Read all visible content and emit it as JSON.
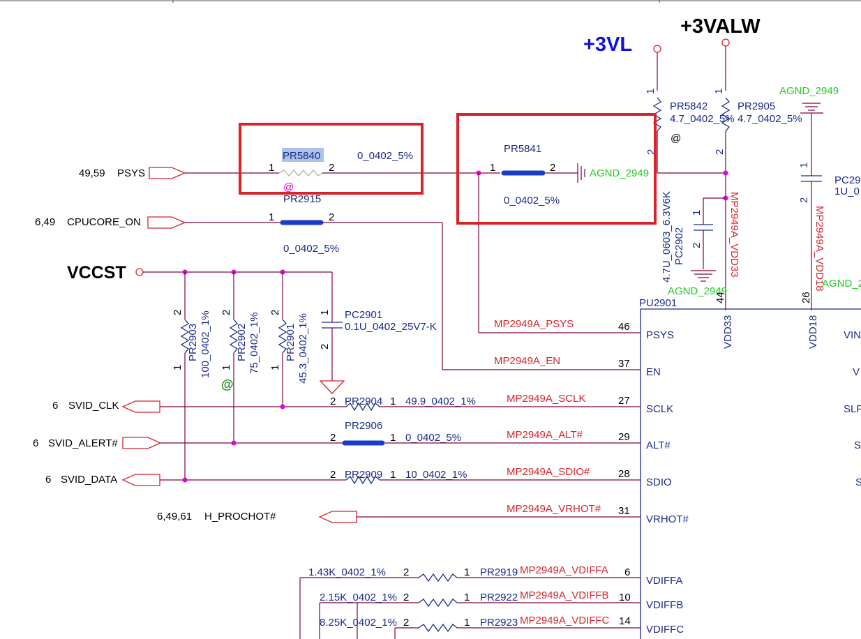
{
  "power_rails": {
    "vl": "+3VL",
    "valw": "+3VALW",
    "vccst": "VCCST"
  },
  "highlight_boxes": [
    {
      "label": "PR5840 highlight"
    },
    {
      "label": "PR5841 highlight"
    }
  ],
  "colors": {
    "wire": "#800040",
    "component": "#1a2a8a",
    "net_label": "#d8232a",
    "ground_label": "#22cc22",
    "junction": "#e000e0",
    "highlight_box": "#d8232a",
    "selection": "#a9c4e6"
  },
  "ports": {
    "psys": {
      "ref": "49,59",
      "name": "PSYS"
    },
    "cpucore_on": {
      "ref": "6,49",
      "name": "CPUCORE_ON"
    },
    "svid_clk": {
      "ref": "6",
      "name": "SVID_CLK"
    },
    "svid_alert": {
      "ref": "6",
      "name": "SVID_ALERT#"
    },
    "svid_data": {
      "ref": "6",
      "name": "SVID_DATA"
    },
    "h_prochot": {
      "ref": "6,49,61",
      "name": "H_PROCHOT#"
    }
  },
  "components": {
    "pr5840": {
      "ref": "PR5840",
      "value": "0_0402_5%",
      "pin1": "1",
      "pin2": "2",
      "marker": "@"
    },
    "pr5841": {
      "ref": "PR5841",
      "value": "0_0402_5%",
      "pin1": "1",
      "pin2": "2"
    },
    "pr2915": {
      "ref": "PR2915",
      "value": "0_0402_5%",
      "pin1": "1",
      "pin2": "2"
    },
    "pr5842": {
      "ref": "PR5842",
      "value": "4.7_0402_5%",
      "pin1": "1",
      "pin2": "2",
      "marker": "@"
    },
    "pr2905": {
      "ref": "PR2905",
      "value": "4.7_0402_5%",
      "pin1": "1",
      "pin2": "2"
    },
    "pc2902": {
      "ref": "PC2902",
      "value": "4.7U_0603_6.3V6K",
      "pin1": "1",
      "pin2": "2"
    },
    "pc29": {
      "ref": "PC29",
      "value": "1U_0",
      "pin1": "1",
      "pin2": "2"
    },
    "pr2903": {
      "ref": "PR2903",
      "value": "100_0402_1%",
      "pin1": "1",
      "pin2": "2"
    },
    "pr2902": {
      "ref": "PR2902",
      "value": "75_0402_1%",
      "pin1": "1",
      "pin2": "2",
      "marker": "@"
    },
    "pr2901": {
      "ref": "PR2901",
      "value": "45.3_0402_1%",
      "pin1": "1",
      "pin2": "2"
    },
    "pc2901": {
      "ref": "PC2901",
      "value": "0.1U_0402_25V7-K",
      "pin1": "1",
      "pin2": "2"
    },
    "pr2904": {
      "ref": "PR2904",
      "value": "49.9_0402_1%",
      "pin1": "1",
      "pin2": "2"
    },
    "pr2906": {
      "ref": "PR2906",
      "value": "0_0402_5%",
      "pin1": "1",
      "pin2": "2"
    },
    "pr2909": {
      "ref": "PR2909",
      "value": "10_0402_1%",
      "pin1": "1",
      "pin2": "2"
    },
    "pr2919": {
      "ref": "PR2919",
      "value": "1.43K_0402_1%",
      "pin1": "1",
      "pin2": "2"
    },
    "pr2922": {
      "ref": "PR2922",
      "value": "2.15K_0402_1%",
      "pin1": "1",
      "pin2": "2"
    },
    "pr2923": {
      "ref": "PR2923",
      "value": "8.25K_0402_1%",
      "pin1": "1",
      "pin2": "2"
    }
  },
  "grounds": {
    "agnd_top": "AGND_2949",
    "agnd_pr5841": "AGND_2949",
    "agnd_pc2902": "AGND_2949",
    "agnd_right": "AGND_2"
  },
  "nets": {
    "vdd33": "MP2949A_VDD33",
    "vdd18": "MP2949A_VDD18",
    "psys": "MP2949A_PSYS",
    "en": "MP2949A_EN",
    "sclk": "MP2949A_SCLK",
    "alt": "MP2949A_ALT#",
    "sdio": "MP2949A_SDIO#",
    "vrhot": "MP2949A_VRHOT#",
    "vdiffa": "MP2949A_VDIFFA",
    "vdiffb": "MP2949A_VDIFFB",
    "vdiffc": "MP2949A_VDIFFC"
  },
  "ic": {
    "ref": "PU2901",
    "top_pins": [
      {
        "num": "44",
        "name": "VDD33"
      },
      {
        "num": "26",
        "name": "VDD18"
      }
    ],
    "left_pins": [
      {
        "num": "46",
        "name": "PSYS"
      },
      {
        "num": "37",
        "name": "EN"
      },
      {
        "num": "27",
        "name": "SCLK"
      },
      {
        "num": "29",
        "name": "ALT#"
      },
      {
        "num": "28",
        "name": "SDIO"
      },
      {
        "num": "31",
        "name": "VRHOT#"
      },
      {
        "num": "6",
        "name": "VDIFFA"
      },
      {
        "num": "10",
        "name": "VDIFFB"
      },
      {
        "num": "14",
        "name": "VDIFFC"
      }
    ],
    "right_fragments": [
      "VIN",
      "V",
      "SLF",
      "S",
      "S"
    ]
  }
}
